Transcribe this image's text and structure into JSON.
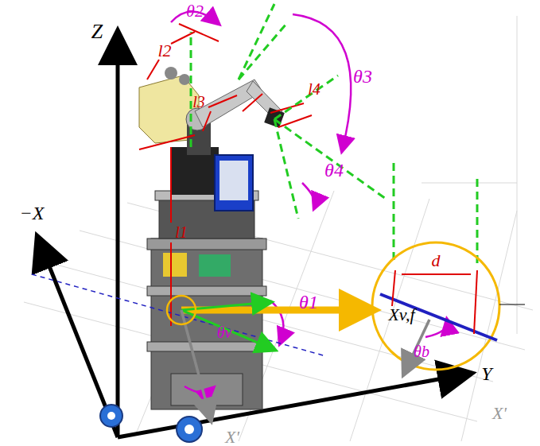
{
  "diagram": {
    "labels": [
      "θ2",
      "Z",
      "l2",
      "l3",
      "l4",
      "θ3",
      "θ4",
      "−X",
      "l1",
      "Xv,f",
      "d",
      "θ1",
      "θb",
      "Y",
      "θv",
      "X'",
      "X'"
    ]
  }
}
